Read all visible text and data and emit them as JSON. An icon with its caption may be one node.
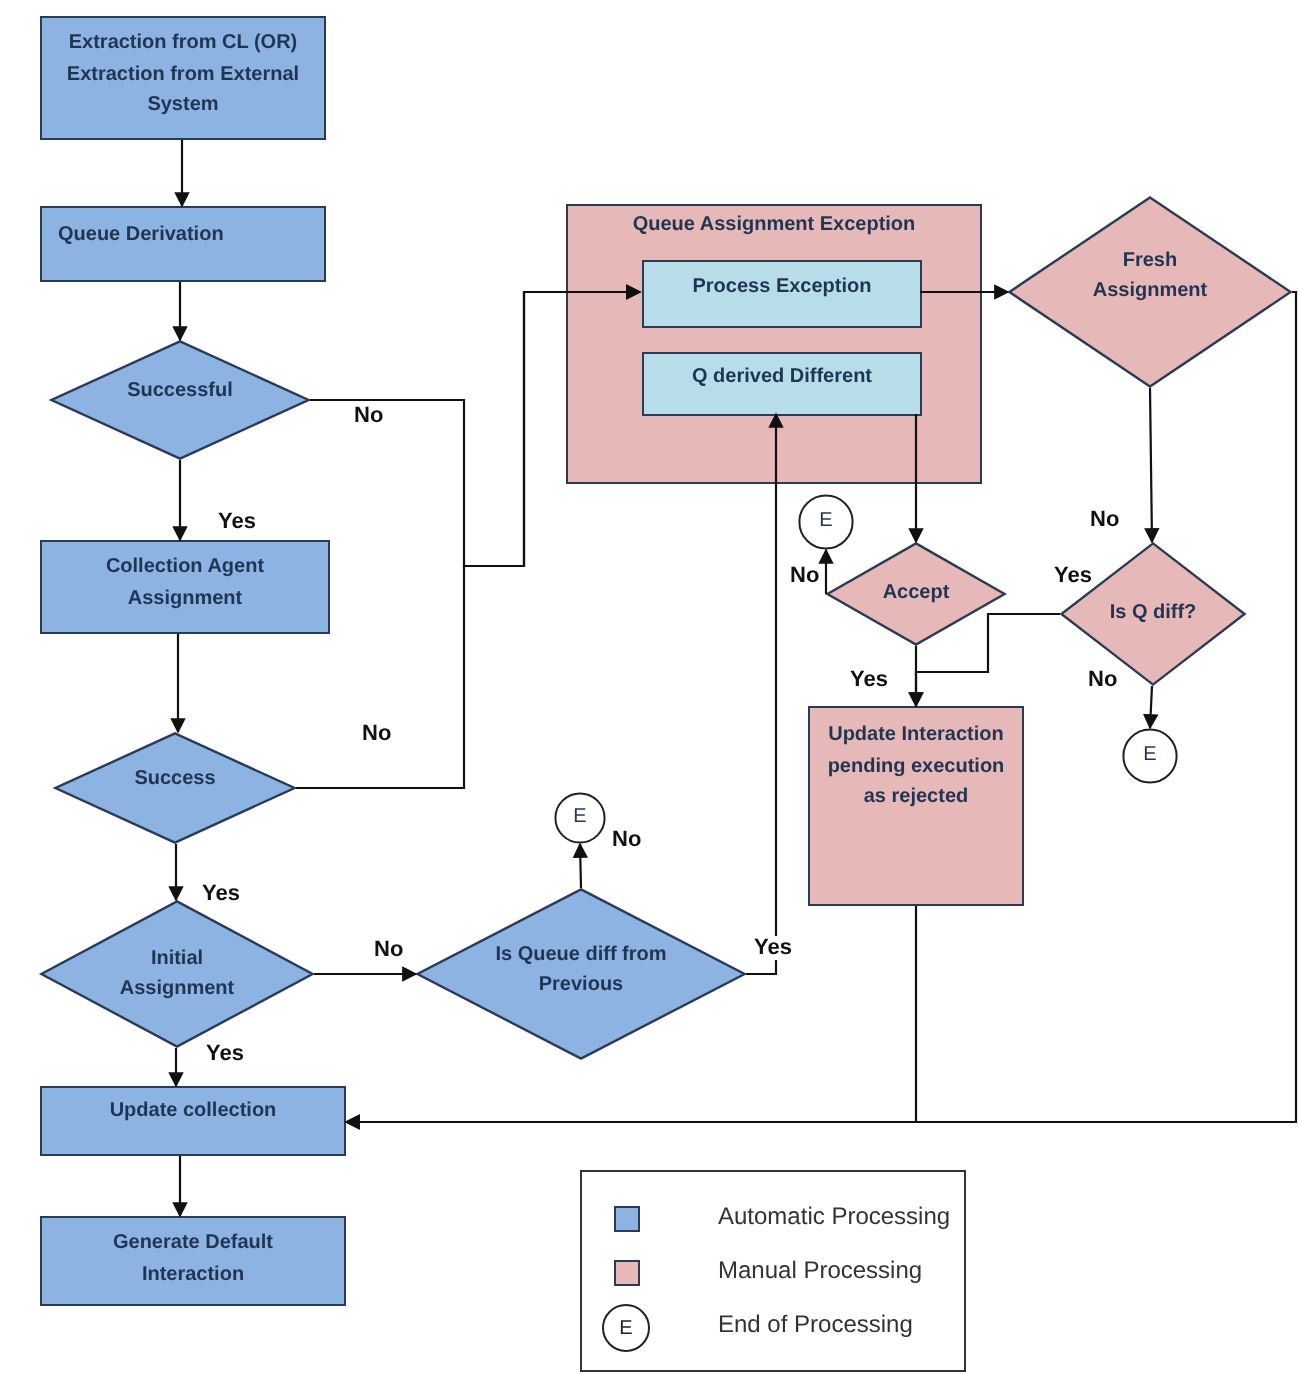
{
  "diagram": {
    "nodes": [
      {
        "text": [
          "Extraction from CL (OR) Extraction from External System"
        ]
      },
      {
        "text": [
          "Queue Derivation"
        ]
      },
      {
        "text": [
          "Successful"
        ]
      },
      {
        "text": [
          "Collection Agent Assignment"
        ]
      },
      {
        "text": [
          "Success"
        ]
      },
      {
        "text": [
          "Initial Assignment"
        ]
      },
      {
        "text": [
          "Is Queue diff from Previous"
        ]
      },
      {
        "text": [
          "E"
        ]
      },
      {
        "text": [
          "Update collection"
        ]
      },
      {
        "text": [
          "Generate Default Interaction"
        ]
      },
      {
        "text": [
          "Queue Assignment Exception"
        ]
      },
      {
        "text": [
          "Process Exception"
        ],
        "in": 10
      },
      {
        "text": [
          "Q derived Different"
        ],
        "in": 10
      },
      {
        "text": [
          "Fresh Assignment"
        ]
      },
      {
        "text": [
          "Accept"
        ]
      },
      {
        "text": [
          "E"
        ]
      },
      {
        "text": [
          "Is Q diff?"
        ]
      },
      {
        "text": [
          "E"
        ]
      },
      {
        "text": [
          "Update Interaction pending execution as rejected"
        ]
      }
    ],
    "edges": [
      {
        "from": 0,
        "to": 1,
        "arrow": "to"
      },
      {
        "from": 1,
        "to": 2,
        "arrow": "to"
      },
      {
        "from": 2,
        "to": 3,
        "arrow": "to",
        "label": "Yes"
      },
      {
        "from": 2,
        "to": 11,
        "arrow": "to",
        "label": "No"
      },
      {
        "from": 3,
        "to": 4,
        "arrow": "to"
      },
      {
        "from": 4,
        "to": 11,
        "arrow": "to",
        "label": "No"
      },
      {
        "from": 4,
        "to": 5,
        "arrow": "to",
        "label": "Yes"
      },
      {
        "from": 5,
        "to": 6,
        "arrow": "to",
        "label": "No"
      },
      {
        "from": 5,
        "to": 8,
        "arrow": "to",
        "label": "Yes"
      },
      {
        "from": 6,
        "to": 7,
        "arrow": "to",
        "label": "No"
      },
      {
        "from": 6,
        "to": 12,
        "arrow": "to",
        "label": "Yes"
      },
      {
        "from": 11,
        "to": 13,
        "arrow": "to"
      },
      {
        "from": 12,
        "to": 14,
        "arrow": "to"
      },
      {
        "from": 13,
        "to": 16,
        "arrow": "to",
        "label": "No"
      },
      {
        "from": 14,
        "to": 15,
        "arrow": "to",
        "label": "No"
      },
      {
        "from": 14,
        "to": 18,
        "arrow": "to",
        "label": "Yes"
      },
      {
        "from": 16,
        "to": 18,
        "arrow": "to",
        "label": "Yes"
      },
      {
        "from": 16,
        "to": 17,
        "arrow": "to",
        "label": "No"
      },
      {
        "from": 18,
        "to": 8,
        "arrow": "to"
      },
      {
        "from": 13,
        "to": 8,
        "arrow": "to"
      },
      {
        "from": 8,
        "to": 9,
        "arrow": "to"
      }
    ],
    "labels": [
      "E"
    ],
    "legend": [
      {
        "text": "Automatic Processing",
        "color": "#8db3e2"
      },
      {
        "text": "Manual Processing",
        "color": "#e6b8b7"
      },
      {
        "text": "End of Processing"
      }
    ]
  }
}
